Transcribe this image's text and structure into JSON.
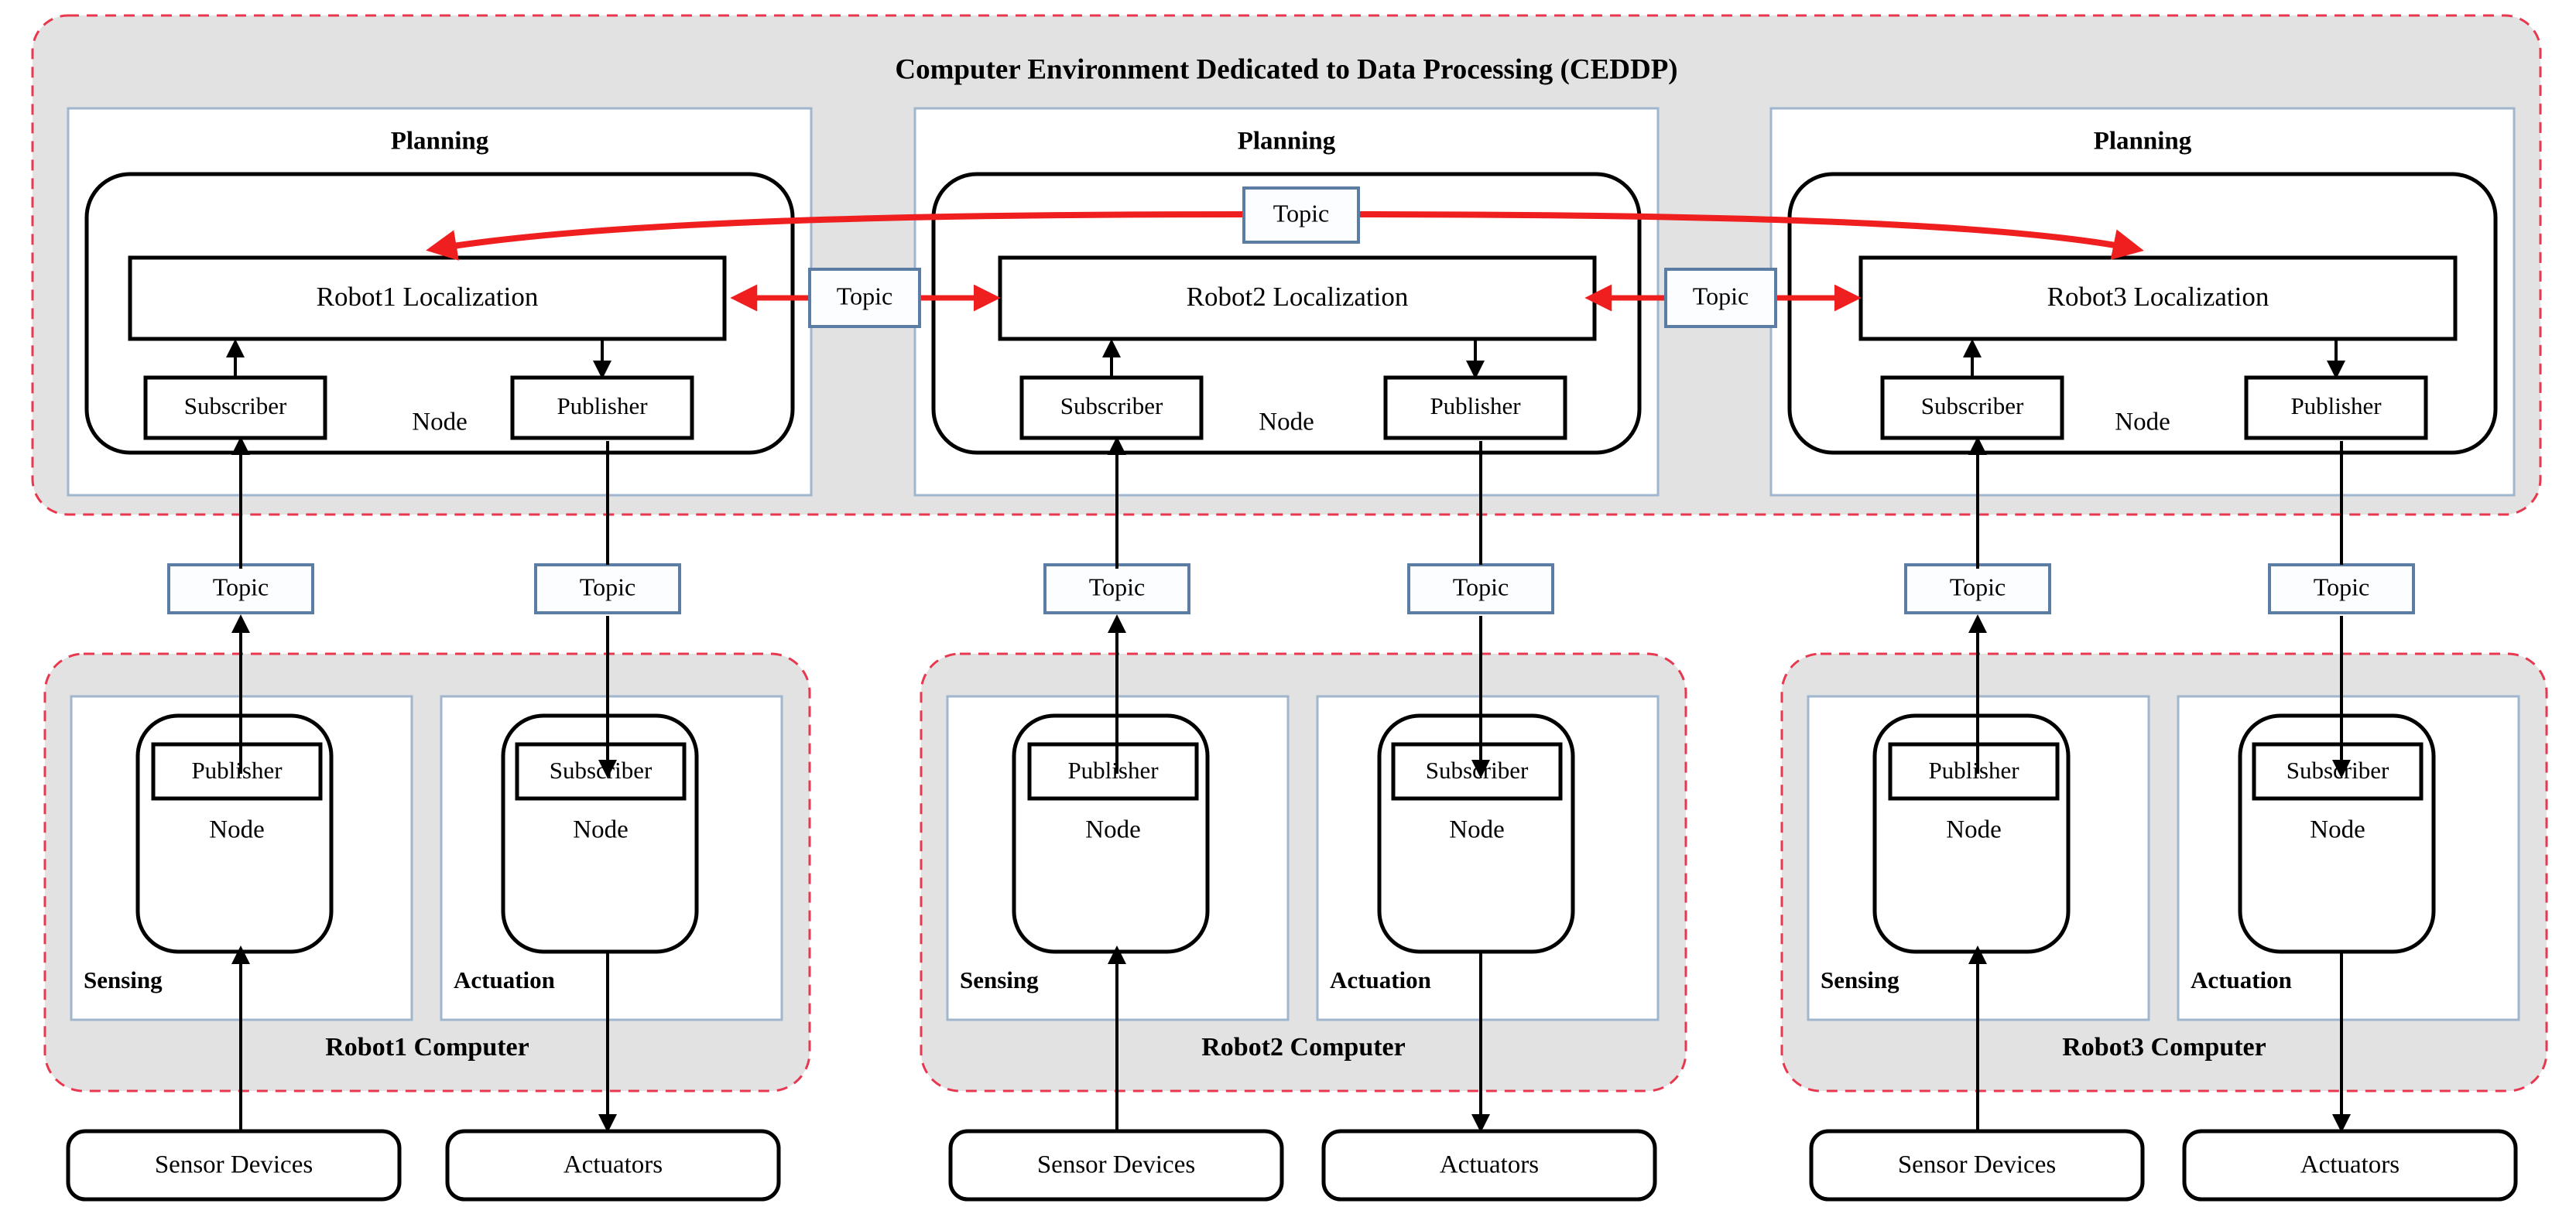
{
  "figure": {
    "title": "Computer Environment Dedicated to Data Processing (CEDDP)",
    "title_acronym": "CEDDP",
    "accent_red": "#f01f1f",
    "region_fill": "#e2e2e2",
    "region_border": "#e8384f",
    "panel_border": "#9fb6cd",
    "topic_border": "#5b7da3"
  },
  "labels": {
    "planning": "Planning",
    "node": "Node",
    "topic": "Topic",
    "publisher": "Publisher",
    "subscriber": "Subscriber",
    "sensing": "Sensing",
    "actuation": "Actuation",
    "sensor_devices": "Sensor Devices",
    "actuators": "Actuators"
  },
  "planning_columns": [
    {
      "id": "robot1",
      "panel_title": "Planning",
      "localization": "Robot1 Localization",
      "node_label": "Node",
      "subscriber": "Subscriber",
      "publisher": "Publisher"
    },
    {
      "id": "robot2",
      "panel_title": "Planning",
      "localization": "Robot2 Localization",
      "node_label": "Node",
      "subscriber": "Subscriber",
      "publisher": "Publisher"
    },
    {
      "id": "robot3",
      "panel_title": "Planning",
      "localization": "Robot3 Localization",
      "node_label": "Node",
      "subscriber": "Subscriber",
      "publisher": "Publisher"
    }
  ],
  "inter_robot_topics": [
    {
      "id": "topic-r1-r2",
      "label": "Topic"
    },
    {
      "id": "topic-r2-r3",
      "label": "Topic"
    },
    {
      "id": "topic-shared-center",
      "label": "Topic"
    }
  ],
  "bridge_topics": [
    {
      "id": "topic-r1-sensing",
      "label": "Topic"
    },
    {
      "id": "topic-r1-actuation",
      "label": "Topic"
    },
    {
      "id": "topic-r2-sensing",
      "label": "Topic"
    },
    {
      "id": "topic-r2-actuation",
      "label": "Topic"
    },
    {
      "id": "topic-r3-sensing",
      "label": "Topic"
    },
    {
      "id": "topic-r3-actuation",
      "label": "Topic"
    }
  ],
  "robot_computers": [
    {
      "id": "robot1",
      "title": "Robot1 Computer",
      "sensing": {
        "panel_label": "Sensing",
        "node_label": "Node",
        "endpoint": "Publisher",
        "device": "Sensor Devices"
      },
      "actuation": {
        "panel_label": "Actuation",
        "node_label": "Node",
        "endpoint": "Subscriber",
        "device": "Actuators"
      }
    },
    {
      "id": "robot2",
      "title": "Robot2 Computer",
      "sensing": {
        "panel_label": "Sensing",
        "node_label": "Node",
        "endpoint": "Publisher",
        "device": "Sensor Devices"
      },
      "actuation": {
        "panel_label": "Actuation",
        "node_label": "Node",
        "endpoint": "Subscriber",
        "device": "Actuators"
      }
    },
    {
      "id": "robot3",
      "title": "Robot3 Computer",
      "sensing": {
        "panel_label": "Sensing",
        "node_label": "Node",
        "endpoint": "Publisher",
        "device": "Sensor Devices"
      },
      "actuation": {
        "panel_label": "Actuation",
        "node_label": "Node",
        "endpoint": "Subscriber",
        "device": "Actuators"
      }
    }
  ]
}
